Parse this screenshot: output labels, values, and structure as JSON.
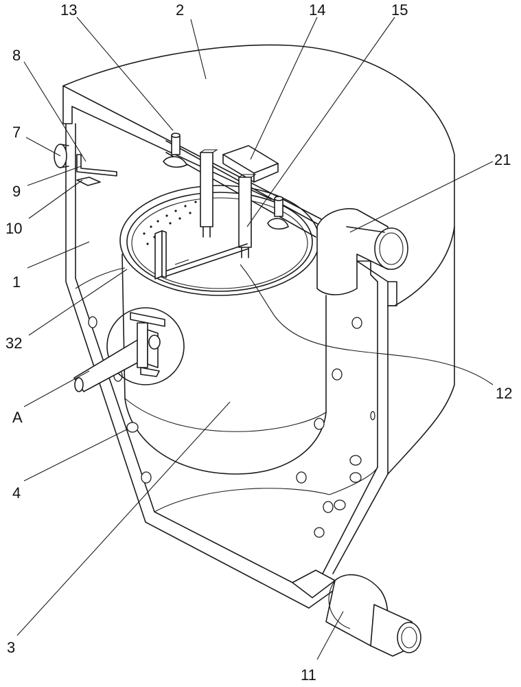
{
  "labels": {
    "l13": "13",
    "l2": "2",
    "l14": "14",
    "l15": "15",
    "l8": "8",
    "l7": "7",
    "l21": "21",
    "l9": "9",
    "l10": "10",
    "l1": "1",
    "l32": "32",
    "l12": "12",
    "lA": "A",
    "l4": "4",
    "l3": "3",
    "l11": "11"
  },
  "colors": {
    "stroke": "#1a1a1a",
    "background": "#ffffff"
  }
}
